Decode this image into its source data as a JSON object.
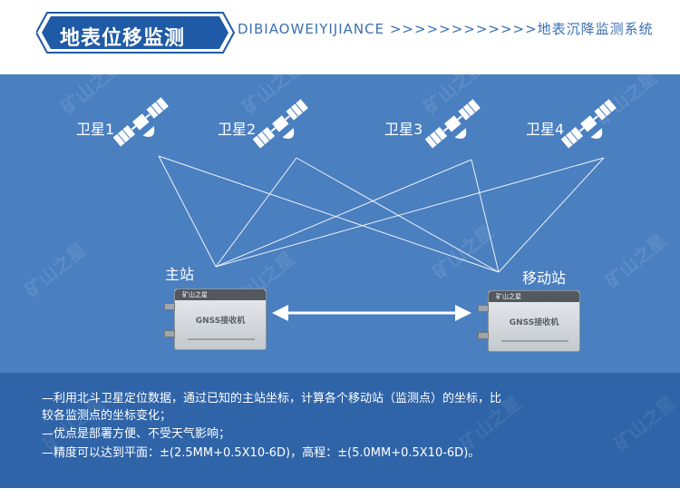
{
  "header": {
    "title": "地表位移监测",
    "subtitle": "DIBIAOWEIYIJIANCE >>>>>>>>>>>>地表沉降监测系统"
  },
  "diagram": {
    "satellites": [
      {
        "label": "卫星1"
      },
      {
        "label": "卫星2"
      },
      {
        "label": "卫星3"
      },
      {
        "label": "卫星4"
      }
    ],
    "stations": {
      "main": {
        "label": "主站",
        "device": "GNSS接收机",
        "logo": "矿山之星"
      },
      "mobile": {
        "label": "移动站",
        "device": "GNSS接收机",
        "logo": "矿山之星"
      }
    },
    "watermark": "矿山之星"
  },
  "description": {
    "lines": [
      "—利用北斗卫星定位数据，通过已知的主站坐标，计算各个移动站（监测点）的坐标，比",
      "  较各监测点的坐标变化；",
      "—优点是部署方便、不受天气影响；",
      "—精度可以达到平面：±(2.5MM+0.5X10-6D)，高程：±(5.0MM+0.5X10-6D)。"
    ]
  },
  "colors": {
    "panel": "#4a7fc0",
    "desc_panel": "#2f64a8",
    "title_badge": "#1f5aa6",
    "subtitle": "#3a6fb3"
  }
}
